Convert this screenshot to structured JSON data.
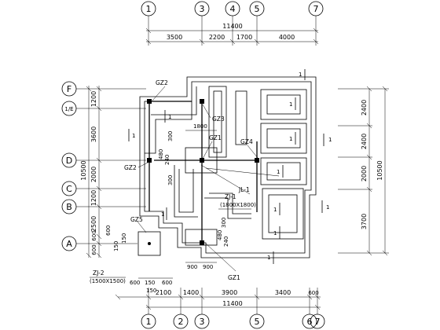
{
  "axes_top": [
    "1",
    "3",
    "4",
    "5",
    "7"
  ],
  "axes_bottom": [
    "1",
    "2",
    "3",
    "5",
    "6",
    "7"
  ],
  "axes_left": [
    "F",
    "1/E",
    "D",
    "C",
    "B",
    "A"
  ],
  "dims_top": {
    "total": "11400",
    "segments": [
      "3500",
      "2200",
      "1700",
      "4000"
    ]
  },
  "dims_bottom": {
    "total": "11400",
    "segments": [
      "2100",
      "1400",
      "3900",
      "3400",
      "600"
    ]
  },
  "dims_left": {
    "total": "10500",
    "segments": [
      "1200",
      "3600",
      "2000",
      "1200",
      "2500",
      "600",
      "600"
    ]
  },
  "dims_right": {
    "total": "10500",
    "segments": [
      "2400",
      "2400",
      "2000",
      "3700"
    ]
  },
  "labels": {
    "gz2_top": "GZ2",
    "gz2_left": "GZ2",
    "gz3": "GZ3",
    "gz1_center": "GZ1",
    "gz4": "GZ4",
    "gz5": "GZ5",
    "gz1_bottom": "GZ1",
    "jl1": "JL-1",
    "zj1": "ZJ-1",
    "zj1_size": "(1800X1800)",
    "zj2": "ZJ-2",
    "zj2_size": "(1500X1500)",
    "dim_1800": "1800",
    "dim_300a": "300",
    "dim_480": "480",
    "dim_240a": "240",
    "dim_300b": "300",
    "dim_300c": "300",
    "dim_480b": "480",
    "dim_240b": "240",
    "dim_900a": "900",
    "dim_900b": "900",
    "dim_150a": "150",
    "dim_150b": "150",
    "dim_600a": "600",
    "dim_150c": "150",
    "dim_600b": "600",
    "dim_150d": "150",
    "dim_600c": "600",
    "sec": "1"
  }
}
